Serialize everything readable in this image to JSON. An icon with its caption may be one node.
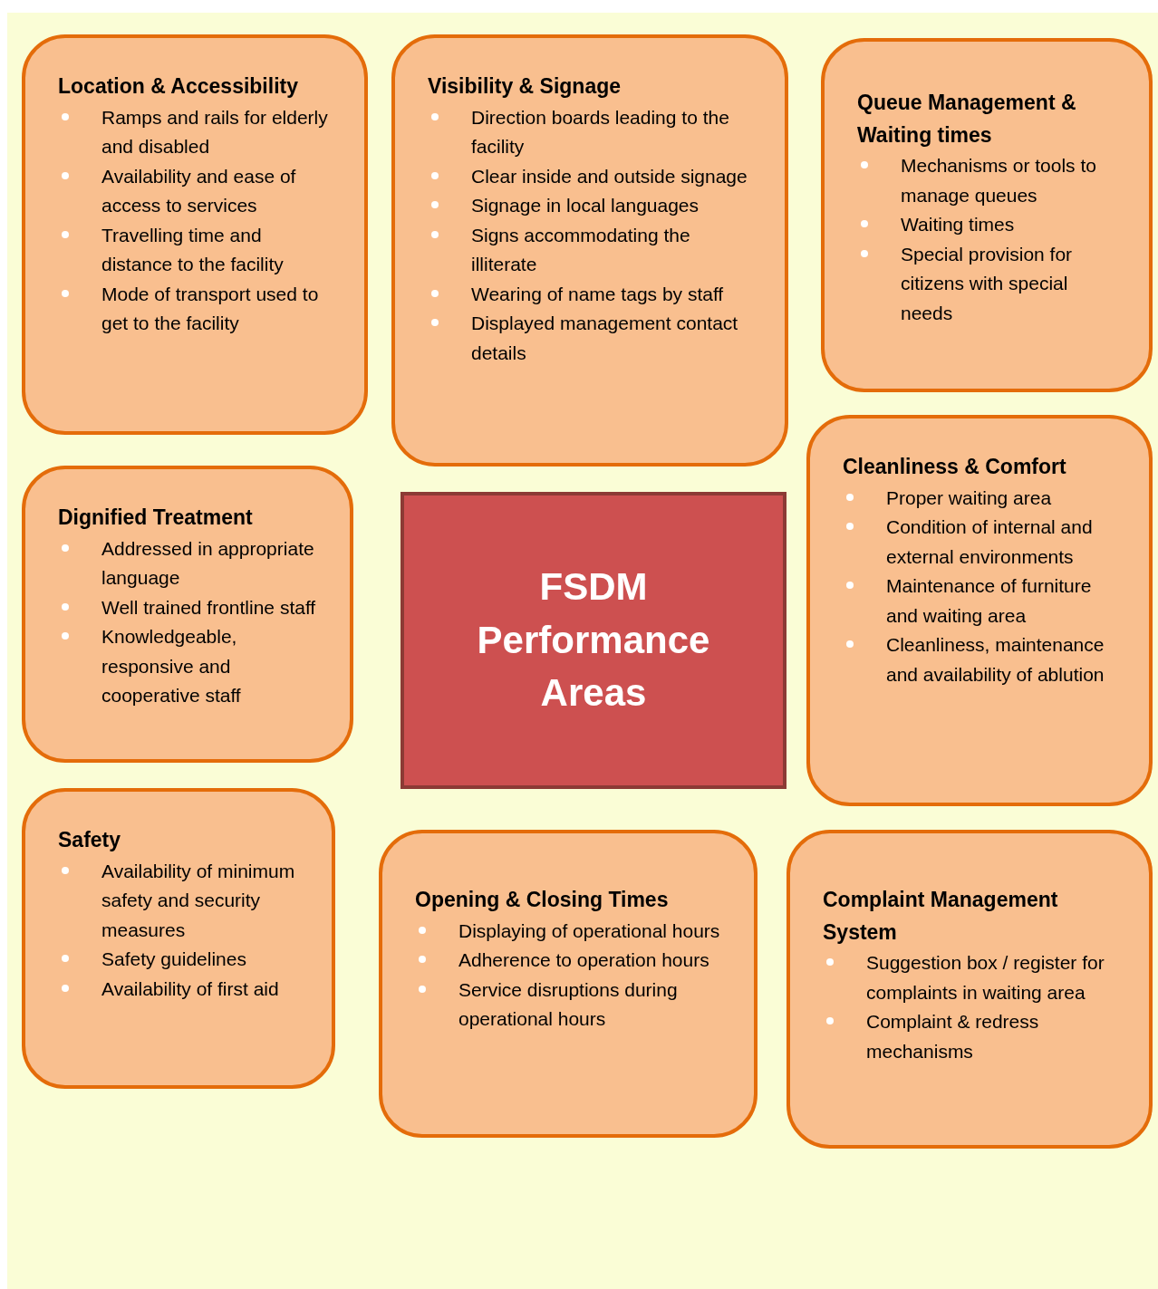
{
  "diagram": {
    "nodes": [
      {
        "text": [
          "Location & Accessibility",
          "Ramps and rails for elderly and disabled",
          "Availability and ease of access to services",
          "Travelling time and distance to the facility",
          "Mode of transport used to get to the facility"
        ]
      },
      {
        "text": [
          "Visibility & Signage",
          "Direction boards leading to the facility",
          "Clear inside and outside signage",
          "Signage in local languages",
          "Signs accommodating the illiterate",
          "Wearing of name tags by staff",
          "Displayed management contact details"
        ]
      },
      {
        "text": [
          "Queue Management & Waiting times",
          "Mechanisms or tools to manage queues",
          "Waiting times",
          "Special provision for citizens with special needs"
        ]
      },
      {
        "text": [
          "Dignified Treatment",
          "Addressed in appropriate language",
          "Well trained frontline staff",
          "Knowledgeable, responsive and cooperative staff"
        ]
      },
      {
        "text": [
          "FSDM Performance Areas"
        ]
      },
      {
        "text": [
          "Cleanliness & Comfort",
          "Proper waiting area",
          "Condition of internal and external environments",
          "Maintenance of furniture and waiting area",
          "Cleanliness, maintenance and availability of ablution"
        ]
      },
      {
        "text": [
          "Safety",
          "Availability of minimum safety and security measures",
          "Safety guidelines",
          "Availability of first aid"
        ]
      },
      {
        "text": [
          "Opening & Closing Times",
          "Displaying of operational hours",
          "Adherence to operation hours",
          "Service disruptions during operational hours"
        ]
      },
      {
        "text": [
          "Complaint Management System",
          "Suggestion box / register for complaints in waiting area",
          "Complaint & redress mechanisms"
        ]
      }
    ]
  }
}
